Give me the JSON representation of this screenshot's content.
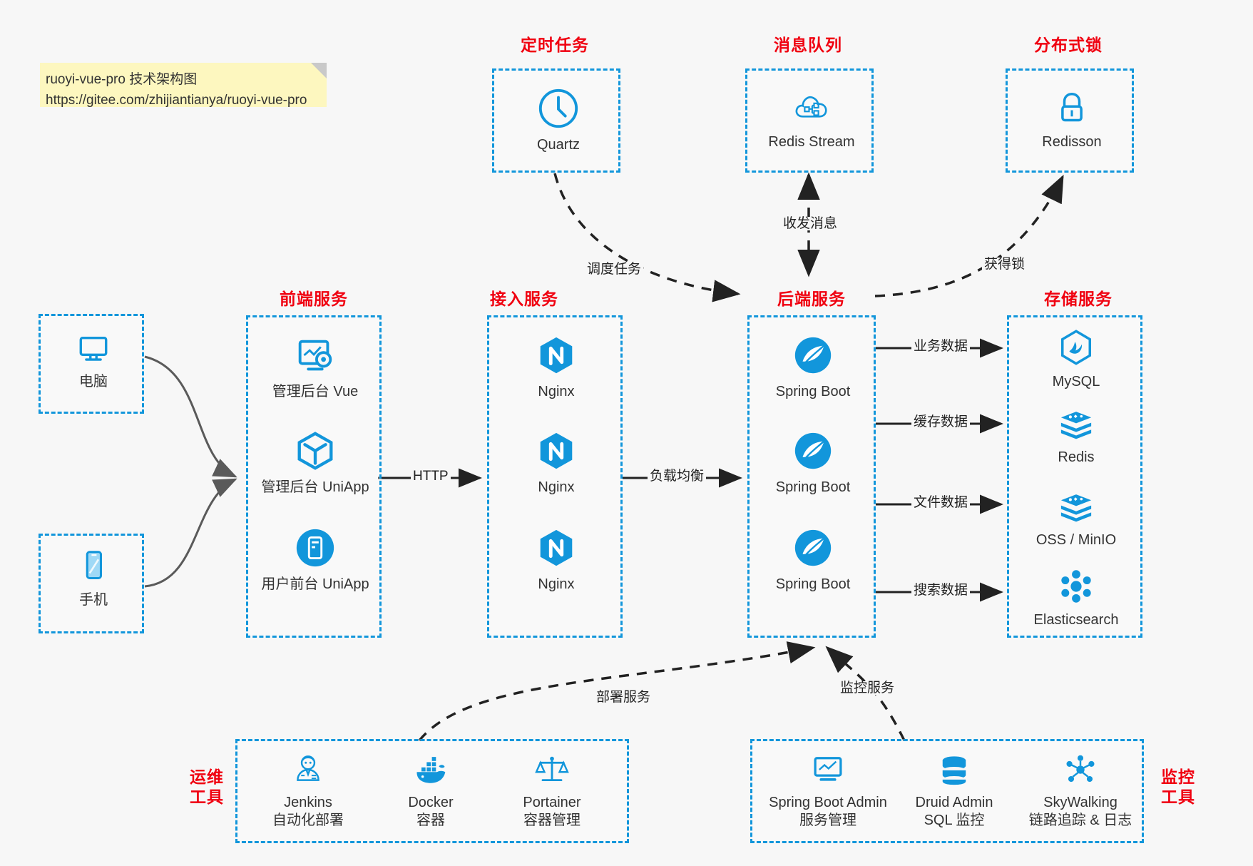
{
  "note": {
    "line1": "ruoyi-vue-pro 技术架构图",
    "line2": "https://gitee.com/zhijiantianya/ruoyi-vue-pro"
  },
  "colors": {
    "accent_blue": "#1296db",
    "group_red": "#f00010",
    "background": "#f7f7f7",
    "note_yellow": "#fdf7bf",
    "arrow_gray": "#5a5a5a",
    "arrow_black": "#222222"
  },
  "groups": {
    "scheduler": {
      "title": "定时任务",
      "nodes": [
        {
          "label": "Quartz",
          "icon": "clock-icon"
        }
      ]
    },
    "mq": {
      "title": "消息队列",
      "nodes": [
        {
          "label": "Redis Stream",
          "icon": "cloud-stream-icon"
        }
      ]
    },
    "lock": {
      "title": "分布式锁",
      "nodes": [
        {
          "label": "Redisson",
          "icon": "lock-icon"
        }
      ]
    },
    "clients": {
      "nodes": [
        {
          "label": "电脑",
          "icon": "desktop-icon"
        },
        {
          "label": "手机",
          "icon": "mobile-icon"
        }
      ]
    },
    "frontend": {
      "title": "前端服务",
      "nodes": [
        {
          "label": "管理后台 Vue",
          "icon": "dashboard-icon"
        },
        {
          "label": "管理后台 UniApp",
          "icon": "cube-icon"
        },
        {
          "label": "用户前台 UniApp",
          "icon": "phone-app-icon"
        }
      ]
    },
    "gateway": {
      "title": "接入服务",
      "nodes": [
        {
          "label": "Nginx",
          "icon": "nginx-icon"
        },
        {
          "label": "Nginx",
          "icon": "nginx-icon"
        },
        {
          "label": "Nginx",
          "icon": "nginx-icon"
        }
      ]
    },
    "backend": {
      "title": "后端服务",
      "nodes": [
        {
          "label": "Spring Boot",
          "icon": "spring-boot-icon"
        },
        {
          "label": "Spring Boot",
          "icon": "spring-boot-icon"
        },
        {
          "label": "Spring Boot",
          "icon": "spring-boot-icon"
        }
      ]
    },
    "storage": {
      "title": "存储服务",
      "nodes": [
        {
          "label": "MySQL",
          "icon": "mysql-icon"
        },
        {
          "label": "Redis",
          "icon": "redis-icon"
        },
        {
          "label": "OSS / MinIO",
          "icon": "oss-icon"
        },
        {
          "label": "Elasticsearch",
          "icon": "elasticsearch-icon"
        }
      ]
    },
    "devops": {
      "title_line1": "运维",
      "title_line2": "工具",
      "nodes": [
        {
          "label": "Jenkins",
          "sublabel": "自动化部署",
          "icon": "jenkins-icon"
        },
        {
          "label": "Docker",
          "sublabel": "容器",
          "icon": "docker-icon"
        },
        {
          "label": "Portainer",
          "sublabel": "容器管理",
          "icon": "portainer-icon"
        }
      ]
    },
    "monitor": {
      "title_line1": "监控",
      "title_line2": "工具",
      "nodes": [
        {
          "label": "Spring Boot Admin",
          "sublabel": "服务管理",
          "icon": "monitor-screen-icon"
        },
        {
          "label": "Druid Admin",
          "sublabel": "SQL 监控",
          "icon": "database-icon"
        },
        {
          "label": "SkyWalking",
          "sublabel": "链路追踪 & 日志",
          "icon": "skywalking-icon"
        }
      ]
    }
  },
  "edges": [
    {
      "label": "调度任务",
      "from": "scheduler",
      "to": "backend"
    },
    {
      "label": "收发消息",
      "from": "mq",
      "to": "backend"
    },
    {
      "label": "获得锁",
      "from": "backend",
      "to": "lock"
    },
    {
      "label": "HTTP",
      "from": "frontend",
      "to": "gateway"
    },
    {
      "label": "负载均衡",
      "from": "gateway",
      "to": "backend"
    },
    {
      "label": "业务数据",
      "from": "backend",
      "to": "storage.mysql"
    },
    {
      "label": "缓存数据",
      "from": "backend",
      "to": "storage.redis"
    },
    {
      "label": "文件数据",
      "from": "backend",
      "to": "storage.oss"
    },
    {
      "label": "搜索数据",
      "from": "backend",
      "to": "storage.elasticsearch"
    },
    {
      "label": "部署服务",
      "from": "devops",
      "to": "backend"
    },
    {
      "label": "监控服务",
      "from": "monitor",
      "to": "backend"
    }
  ]
}
